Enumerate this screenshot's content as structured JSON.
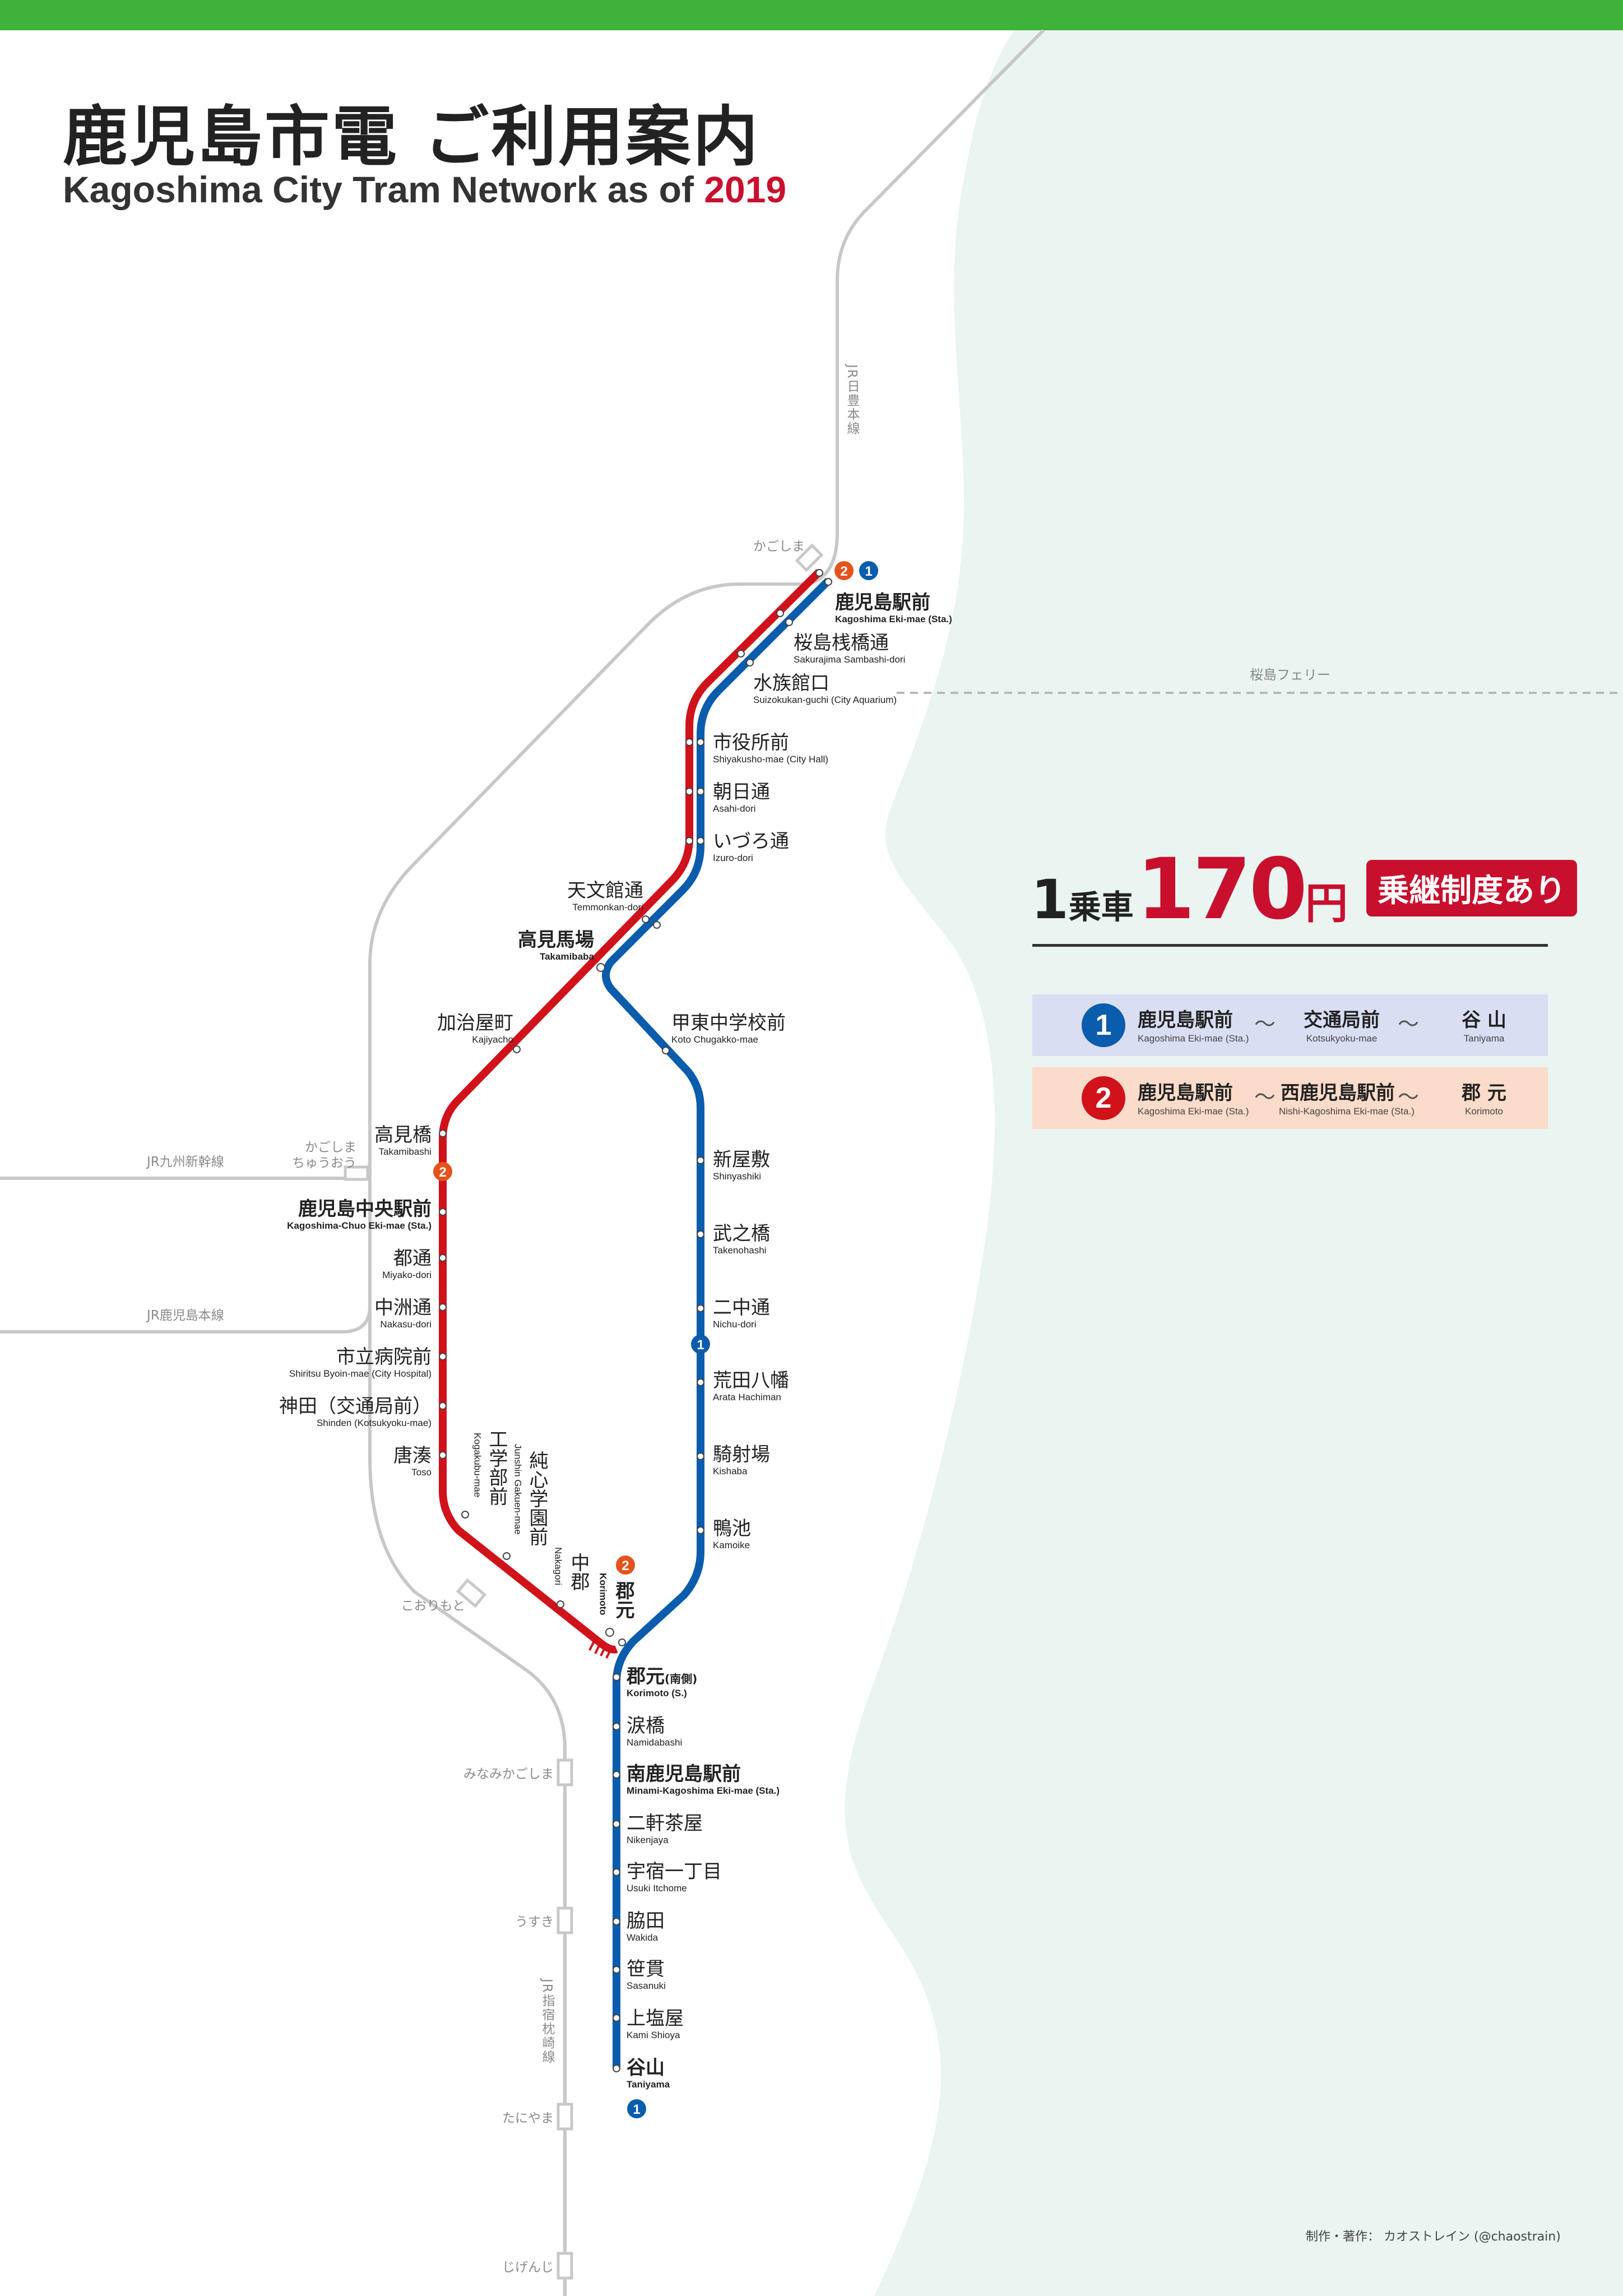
{
  "title_ja": "鹿児島市電 ご利用案内",
  "title_en_text": "Kagoshima City Tram Network as of ",
  "title_en_year": "2019",
  "colors": {
    "top_band": "#3fb23a",
    "sea": "#eaf4f1",
    "line1": "#0a5cad",
    "line2": "#d0121b",
    "badge_orange": "#e4531b",
    "jr_gray": "#c8c8c8"
  },
  "fare": {
    "one": "1",
    "ride": "乗車",
    "price": "170",
    "yen": "円",
    "badge": "乗継制度あり"
  },
  "routes": [
    {
      "num": "1",
      "stops": [
        {
          "ja": "鹿児島駅前",
          "en": "Kagoshima Eki-mae (Sta.)"
        },
        {
          "ja": "交通局前",
          "en": "Kotsukyoku-mae"
        },
        {
          "ja": "谷 山",
          "en": "Taniyama"
        }
      ],
      "sep": "〜"
    },
    {
      "num": "2",
      "stops": [
        {
          "ja": "鹿児島駅前",
          "en": "Kagoshima Eki-mae (Sta.)"
        },
        {
          "ja": "西鹿児島駅前",
          "en": "Nishi-Kagoshima Eki-mae (Sta.)"
        },
        {
          "ja": "郡 元",
          "en": "Korimoto"
        }
      ],
      "sep": "〜"
    }
  ],
  "jr": {
    "nippo": "JR日豊本線",
    "ibusuki": "JR指宿枕崎線",
    "shinkansen": "JR九州新幹線",
    "kagoshima_main": "JR鹿児島本線",
    "ferry": "桜島フェリー",
    "kagoshima_sta": "かごしま",
    "chuo_sta_1": "かごしま",
    "chuo_sta_2": "ちゅうおう",
    "korimoto_sta": "こおりもと",
    "minami_sta": "みなみかごしま",
    "usuki_sta": "うすき",
    "taniyama_sta": "たにやま",
    "jigenji_sta": "じげんじ"
  },
  "badges": {
    "one": "1",
    "two": "2"
  },
  "stations": {
    "kagoshima_eki": {
      "ja": "鹿児島駅前",
      "en": "Kagoshima Eki-mae (Sta.)"
    },
    "sakurajima": {
      "ja": "桜島桟橋通",
      "en": "Sakurajima Sambashi-dori"
    },
    "suizokukan": {
      "ja": "水族館口",
      "en": "Suizokukan-guchi (City Aquarium)"
    },
    "shiyakusho": {
      "ja": "市役所前",
      "en": "Shiyakusho-mae (City Hall)"
    },
    "asahi": {
      "ja": "朝日通",
      "en": "Asahi-dori"
    },
    "izuro": {
      "ja": "いづろ通",
      "en": "Izuro-dori"
    },
    "temmonkan": {
      "ja": "天文館通",
      "en": "Temmonkan-dori"
    },
    "takamibaba": {
      "ja": "高見馬場",
      "en": "Takamibaba"
    },
    "kajiyacho": {
      "ja": "加治屋町",
      "en": "Kajiyacho"
    },
    "takamibashi": {
      "ja": "高見橋",
      "en": "Takamibashi"
    },
    "chuo": {
      "ja": "鹿児島中央駅前",
      "en": "Kagoshima-Chuo Eki-mae (Sta.)"
    },
    "miyako": {
      "ja": "都通",
      "en": "Miyako-dori"
    },
    "nakasu": {
      "ja": "中洲通",
      "en": "Nakasu-dori"
    },
    "byoin": {
      "ja": "市立病院前",
      "en": "Shiritsu Byoin-mae (City Hospital)"
    },
    "shinden": {
      "ja": "神田（交通局前）",
      "en": "Shinden (Kotsukyoku-mae)"
    },
    "toso": {
      "ja": "唐湊",
      "en": "Toso"
    },
    "kogakubu": {
      "ja": "工学部前",
      "en": "Kogakubu-mae"
    },
    "junshin": {
      "ja": "純心学園前",
      "en": "Junshin Gakuen-mae"
    },
    "nakagori": {
      "ja": "中郡",
      "en": "Nakagori"
    },
    "korimoto": {
      "ja": "郡元",
      "en": "Korimoto"
    },
    "koto": {
      "ja": "甲東中学校前",
      "en": "Koto Chugakko-mae"
    },
    "shinyashiki": {
      "ja": "新屋敷",
      "en": "Shinyashiki"
    },
    "takenohashi": {
      "ja": "武之橋",
      "en": "Takenohashi"
    },
    "nichu": {
      "ja": "二中通",
      "en": "Nichu-dori"
    },
    "arata": {
      "ja": "荒田八幡",
      "en": "Arata Hachiman"
    },
    "kishaba": {
      "ja": "騎射場",
      "en": "Kishaba"
    },
    "kamoike": {
      "ja": "鴨池",
      "en": "Kamoike"
    },
    "korimoto_s": {
      "ja": "郡元",
      "ja_small": "(南側)",
      "en": "Korimoto (S.)"
    },
    "namidabashi": {
      "ja": "涙橋",
      "en": "Namidabashi"
    },
    "minami": {
      "ja": "南鹿児島駅前",
      "en": "Minami-Kagoshima Eki-mae (Sta.)"
    },
    "nikenjaya": {
      "ja": "二軒茶屋",
      "en": "Nikenjaya"
    },
    "usuki": {
      "ja": "宇宿一丁目",
      "en": "Usuki Itchome"
    },
    "wakida": {
      "ja": "脇田",
      "en": "Wakida"
    },
    "sasanuki": {
      "ja": "笹貫",
      "en": "Sasanuki"
    },
    "kamishioya": {
      "ja": "上塩屋",
      "en": "Kami Shioya"
    },
    "taniyama": {
      "ja": "谷山",
      "en": "Taniyama"
    }
  },
  "credit": "制作・著作： カオストレイン (@chaostrain)"
}
